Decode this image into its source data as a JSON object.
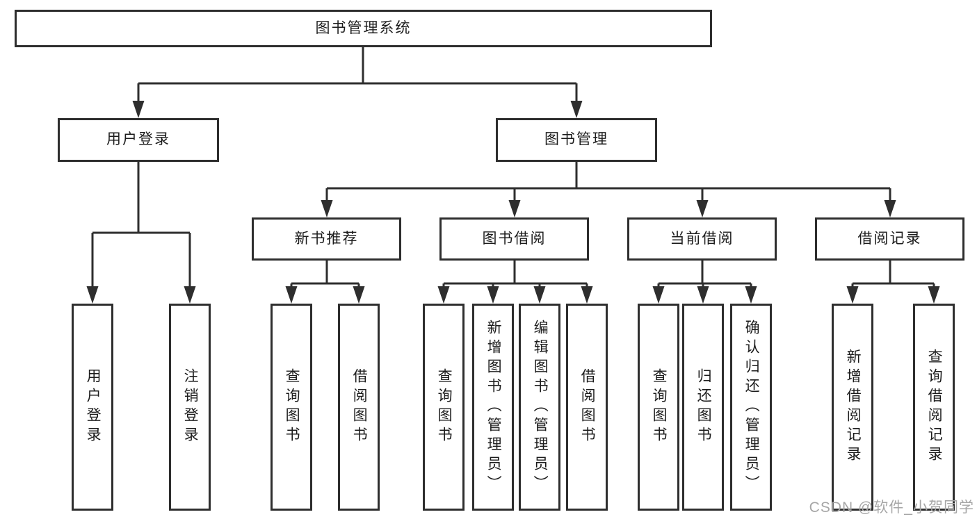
{
  "colors": {
    "line": "#2e2e2e",
    "box_border": "#2e2e2e",
    "text": "#1c1c1c",
    "watermark": "#a6a6a6",
    "background": "#ffffff"
  },
  "diagram_type": "hierarchy-tree",
  "nodes": {
    "root": "图书管理系统",
    "user_login": "用户登录",
    "book_management": "图书管理",
    "new_book_recommend": "新书推荐",
    "book_borrow": "图书借阅",
    "current_borrow": "当前借阅",
    "borrow_records": "借阅记录",
    "leaf_user_login": "用户登录",
    "leaf_logout": "注销登录",
    "leaf_rec_query_books": "查询图书",
    "leaf_rec_borrow_books": "借阅图书",
    "leaf_bb_query_books": "查询图书",
    "leaf_bb_add_books_admin": "新增图书（管理员）",
    "leaf_bb_edit_books_admin": "编辑图书（管理员）",
    "leaf_bb_borrow_books": "借阅图书",
    "leaf_cb_query_books": "查询图书",
    "leaf_cb_return_books": "归还图书",
    "leaf_cb_confirm_return_admin": "确认归还（管理员）",
    "leaf_br_add_record": "新增借阅记录",
    "leaf_br_query_record": "查询借阅记录"
  },
  "watermark": "CSDN @软件_小贺同学"
}
